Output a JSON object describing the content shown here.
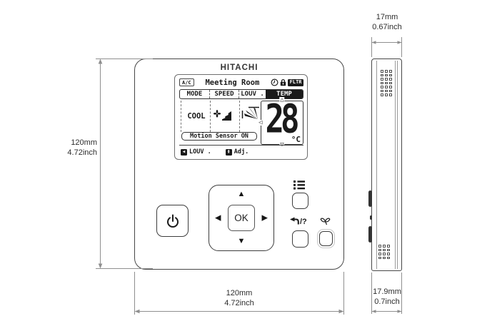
{
  "brand": "HITACHI",
  "display": {
    "ac_badge": "A/C",
    "room_name": "Meeting Room",
    "fltr_badge": "FLTR",
    "tabs": [
      "MODE",
      "SPEED",
      "LOUV .",
      "TEMP"
    ],
    "active_tab": "TEMP",
    "mode_label": "COOL",
    "motion_sensor_label": "Motion Sensor ON",
    "temp_value": "28",
    "temp_unit": "°C",
    "hints": {
      "louv": "LOUV .",
      "adj": "Adj."
    }
  },
  "buttons": {
    "ok_label": "OK",
    "back_help_label": "/?"
  },
  "glyphs": {
    "up": "▲",
    "down": "▼",
    "left": "◀",
    "right": "▶",
    "up_outline": "△",
    "down_outline": "▽",
    "left_outline": "◁"
  },
  "dimensions": {
    "front_height": {
      "mm": "120mm",
      "inch": "4.72inch"
    },
    "front_width": {
      "mm": "120mm",
      "inch": "4.72inch"
    },
    "side_depth_top": {
      "mm": "17mm",
      "inch": "0.67inch"
    },
    "side_depth_bottom": {
      "mm": "17.9mm",
      "inch": "0.7inch"
    }
  },
  "colors": {
    "ink": "#1a1a1a",
    "line": "#474747",
    "dim_line": "#8f8f8f",
    "badge_bg": "#1a1a1a"
  }
}
